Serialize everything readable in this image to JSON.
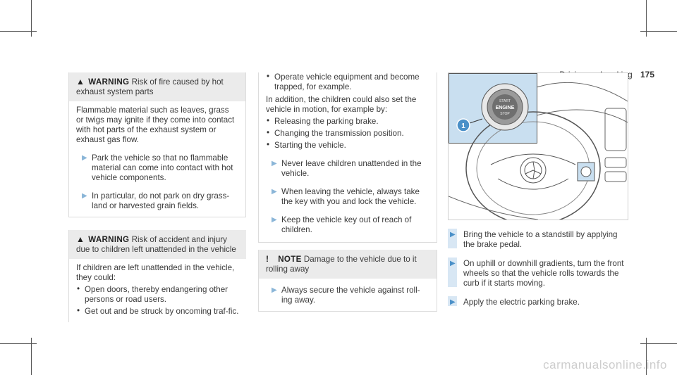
{
  "header": {
    "section": "Driving and parking",
    "page": "175"
  },
  "col1": {
    "warning1": {
      "title": "WARNING",
      "headline": "Risk of fire caused by hot exhaust system parts",
      "body": "Flammable material such as leaves, grass or twigs may ignite if they come into contact with hot parts of the exhaust system or exhaust gas flow.",
      "steps": [
        "Park the vehicle so that no flammable material can come into contact with hot vehicle components.",
        "In particular, do not park on dry grass-land or harvested grain fields."
      ]
    },
    "warning2": {
      "title": "WARNING",
      "headline": "Risk of accident and injury due to children left unattended in the vehicle",
      "body": "If children are left unattended in the vehicle, they could:",
      "bullets": [
        "Open doors, thereby endangering other persons or road users.",
        "Get out and be struck by oncoming traf-fic."
      ]
    }
  },
  "col2": {
    "bullets_top": [
      "Operate vehicle equipment and become trapped, for example."
    ],
    "para": "In addition, the children could also set the vehicle in motion, for example by:",
    "bullets": [
      "Releasing the parking brake.",
      "Changing the transmission position.",
      "Starting the vehicle."
    ],
    "steps": [
      "Never leave children unattended in the vehicle.",
      "When leaving the vehicle, always take the key with you and lock the vehicle.",
      "Keep the vehicle key out of reach of children."
    ],
    "note": {
      "title": "NOTE",
      "headline": "Damage to the vehicle due to it rolling away",
      "step": "Always secure the vehicle against roll-ing away."
    }
  },
  "col3": {
    "figure": {
      "callout": "1",
      "button_lines": [
        "START",
        "ENGINE",
        "STOP"
      ]
    },
    "steps": [
      "Bring the vehicle to a standstill by applying the brake pedal.",
      "On uphill or downhill gradients, turn the front wheels so that the vehicle rolls towards the curb if it starts moving.",
      "Apply the electric parking brake."
    ]
  },
  "watermark": "carmanualsonline.info",
  "colors": {
    "accent": "#4a90c8",
    "figure_bg": "#c9dff0",
    "warn_bg": "#ebebeb"
  }
}
